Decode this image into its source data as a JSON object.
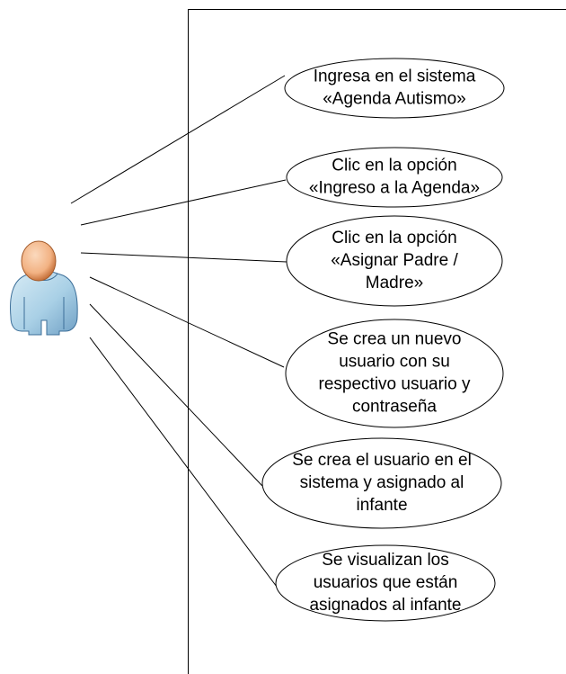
{
  "colors": {
    "line": "#000000",
    "ellipse_fill": "#ffffff",
    "actor_head": "#f2b283",
    "actor_head_dark": "#c8743e",
    "actor_body": "#a9d0e6",
    "actor_body_dark": "#4f85b0"
  },
  "actor": {
    "icon": "user-person-icon"
  },
  "use_cases": [
    {
      "lines": [
        "Ingresa en el sistema",
        "«Agenda Autismo»"
      ]
    },
    {
      "lines": [
        "Clic en la opción",
        "«Ingreso a la Agenda»"
      ]
    },
    {
      "lines": [
        "Clic en la opción",
        "«Asignar Padre /",
        "Madre»"
      ]
    },
    {
      "lines": [
        "Se crea un nuevo",
        "usuario con su",
        "respectivo usuario y",
        "contraseña"
      ]
    },
    {
      "lines": [
        "Se crea el usuario en el",
        "sistema y asignado al",
        "infante"
      ]
    },
    {
      "lines": [
        "Se visualizan los",
        "usuarios que están",
        "asignados al infante"
      ]
    }
  ]
}
